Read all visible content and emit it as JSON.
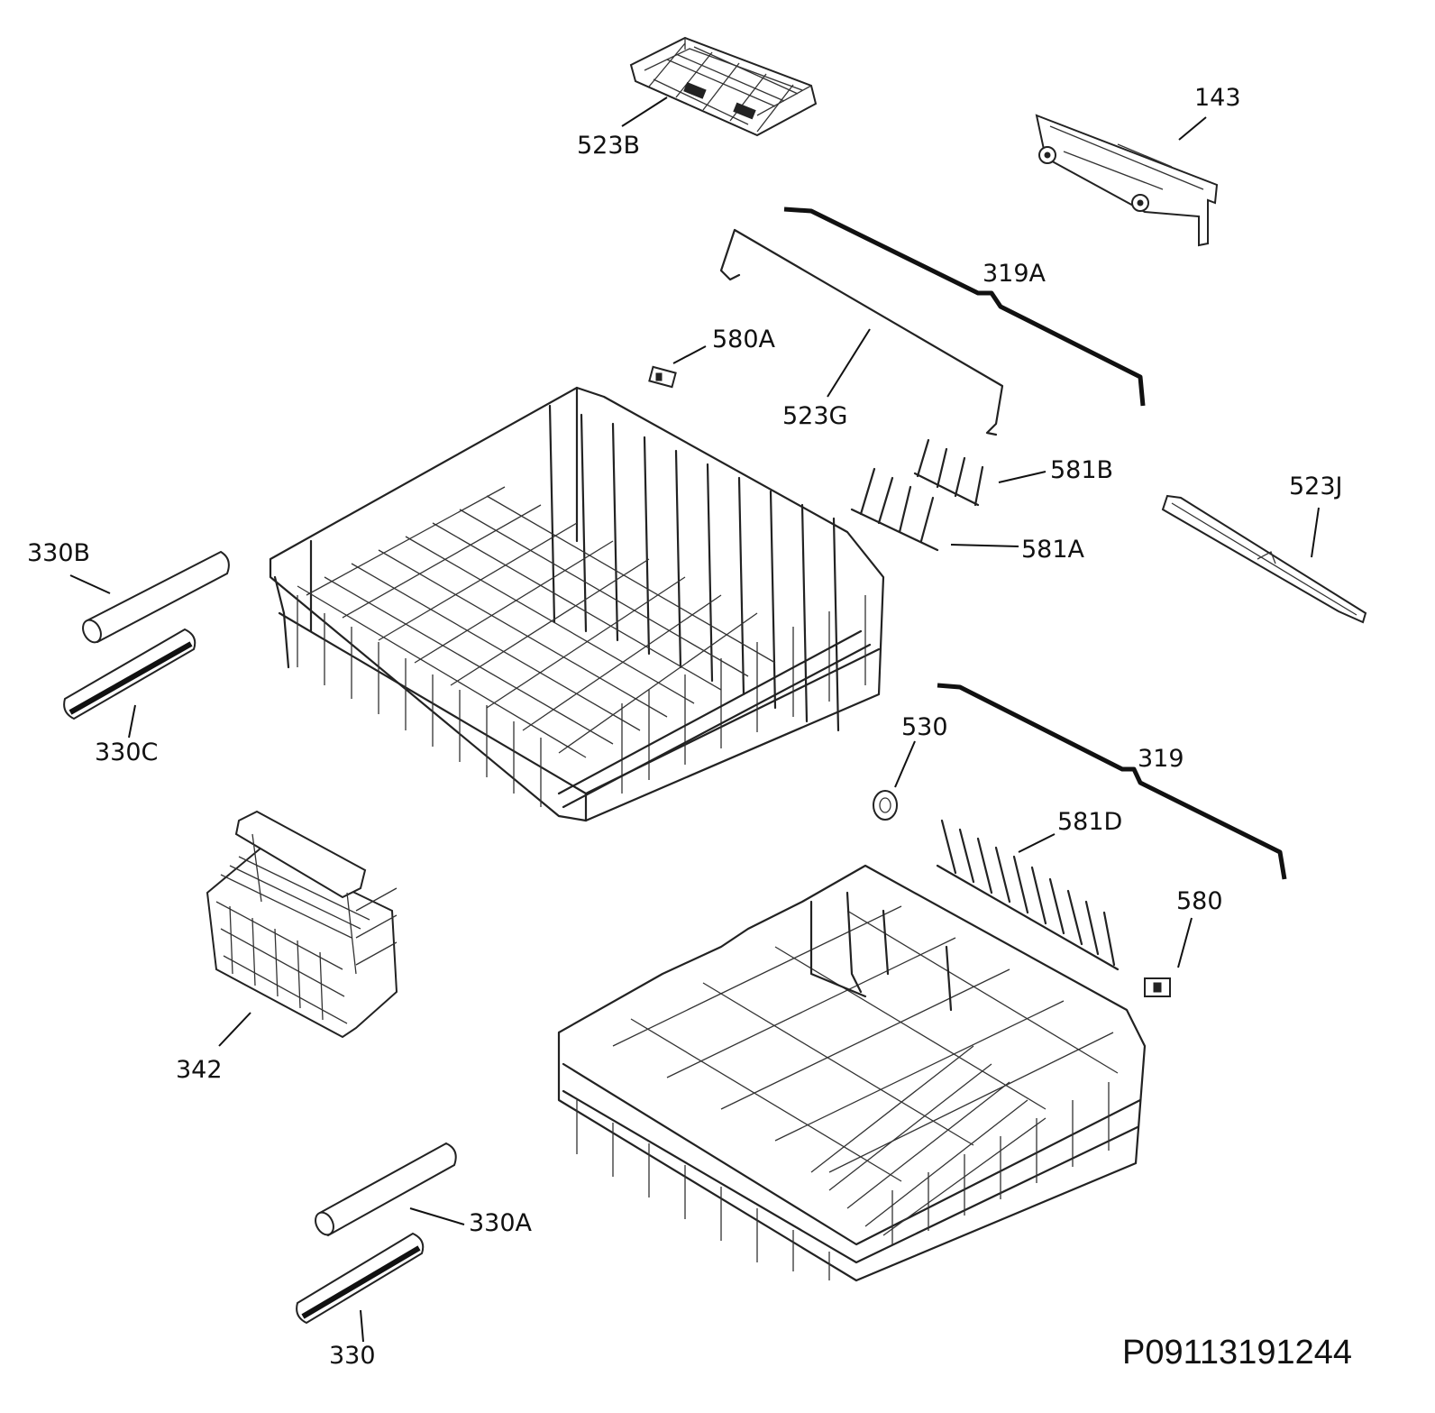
{
  "drawing_id": "P09113191244",
  "labels": {
    "p523B": "523B",
    "p143": "143",
    "p319A": "319A",
    "p580A": "580A",
    "p523G": "523G",
    "p581B": "581B",
    "p523J": "523J",
    "p581A": "581A",
    "p330B": "330B",
    "p330C": "330C",
    "p530": "530",
    "p319": "319",
    "p581D": "581D",
    "p580": "580",
    "p342": "342",
    "p330A": "330A",
    "p330": "330"
  }
}
